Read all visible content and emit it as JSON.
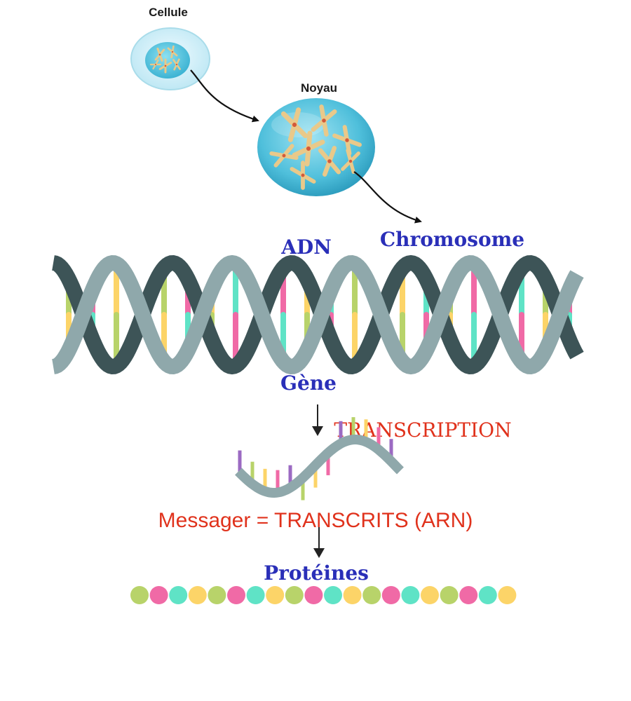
{
  "labels": {
    "cellule": "Cellule",
    "noyau": "Noyau",
    "adn": "ADN",
    "chromosome": "Chromosome",
    "gene": "Gène",
    "transcription": "TRANSCRIPTION",
    "messager": "Messager = TRANSCRITS  (ARN)",
    "proteines": "Protéines"
  },
  "colors": {
    "blue_label": "#2a2fb8",
    "red_label": "#e0321c",
    "strand_light": "#8fa8ab",
    "strand_dark": "#3d5457",
    "cell_fill": "#d8f1f8",
    "nucleus_fill": "#5cc6e0",
    "chromosome": "#e9c98a",
    "base_pink": "#f06aa6",
    "base_green": "#b8d36a",
    "base_teal": "#5fe3c6",
    "base_yellow": "#fcd468",
    "base_purple": "#9b6ac2"
  },
  "protein_beads": [
    "green",
    "pink",
    "teal",
    "yellow",
    "green",
    "pink",
    "teal",
    "yellow",
    "green",
    "pink",
    "teal",
    "yellow",
    "green",
    "pink",
    "teal",
    "yellow",
    "green",
    "pink",
    "teal",
    "yellow"
  ]
}
